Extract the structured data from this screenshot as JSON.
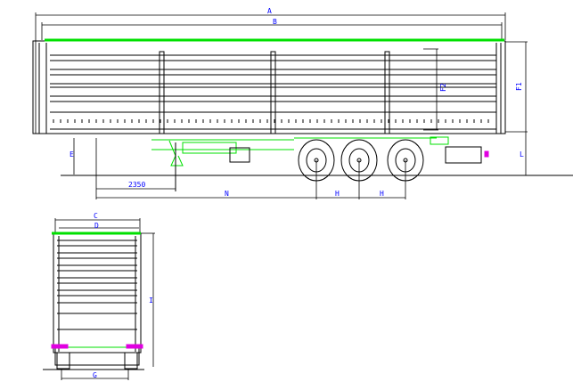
{
  "drawing": {
    "title": "Curtainsider semi-trailer dimension drawing",
    "side_view": {
      "dimensions": {
        "overall_length": "A",
        "body_length": "B",
        "body_height_inner": "F2",
        "body_height": "F1",
        "floor_height": "L",
        "coupling_height": "E",
        "landing_leg_distance": "2350",
        "kingpin_to_axle": "N",
        "axle_spacing_1": "H",
        "axle_spacing_2": "H"
      }
    },
    "front_view": {
      "dimensions": {
        "overall_width": "C",
        "body_width": "D",
        "overall_height": "I",
        "track_width": "G"
      }
    },
    "colors": {
      "lines": "#000000",
      "highlights": "#00e000",
      "labels": "#0000ff",
      "lights": "#e000e0"
    }
  }
}
